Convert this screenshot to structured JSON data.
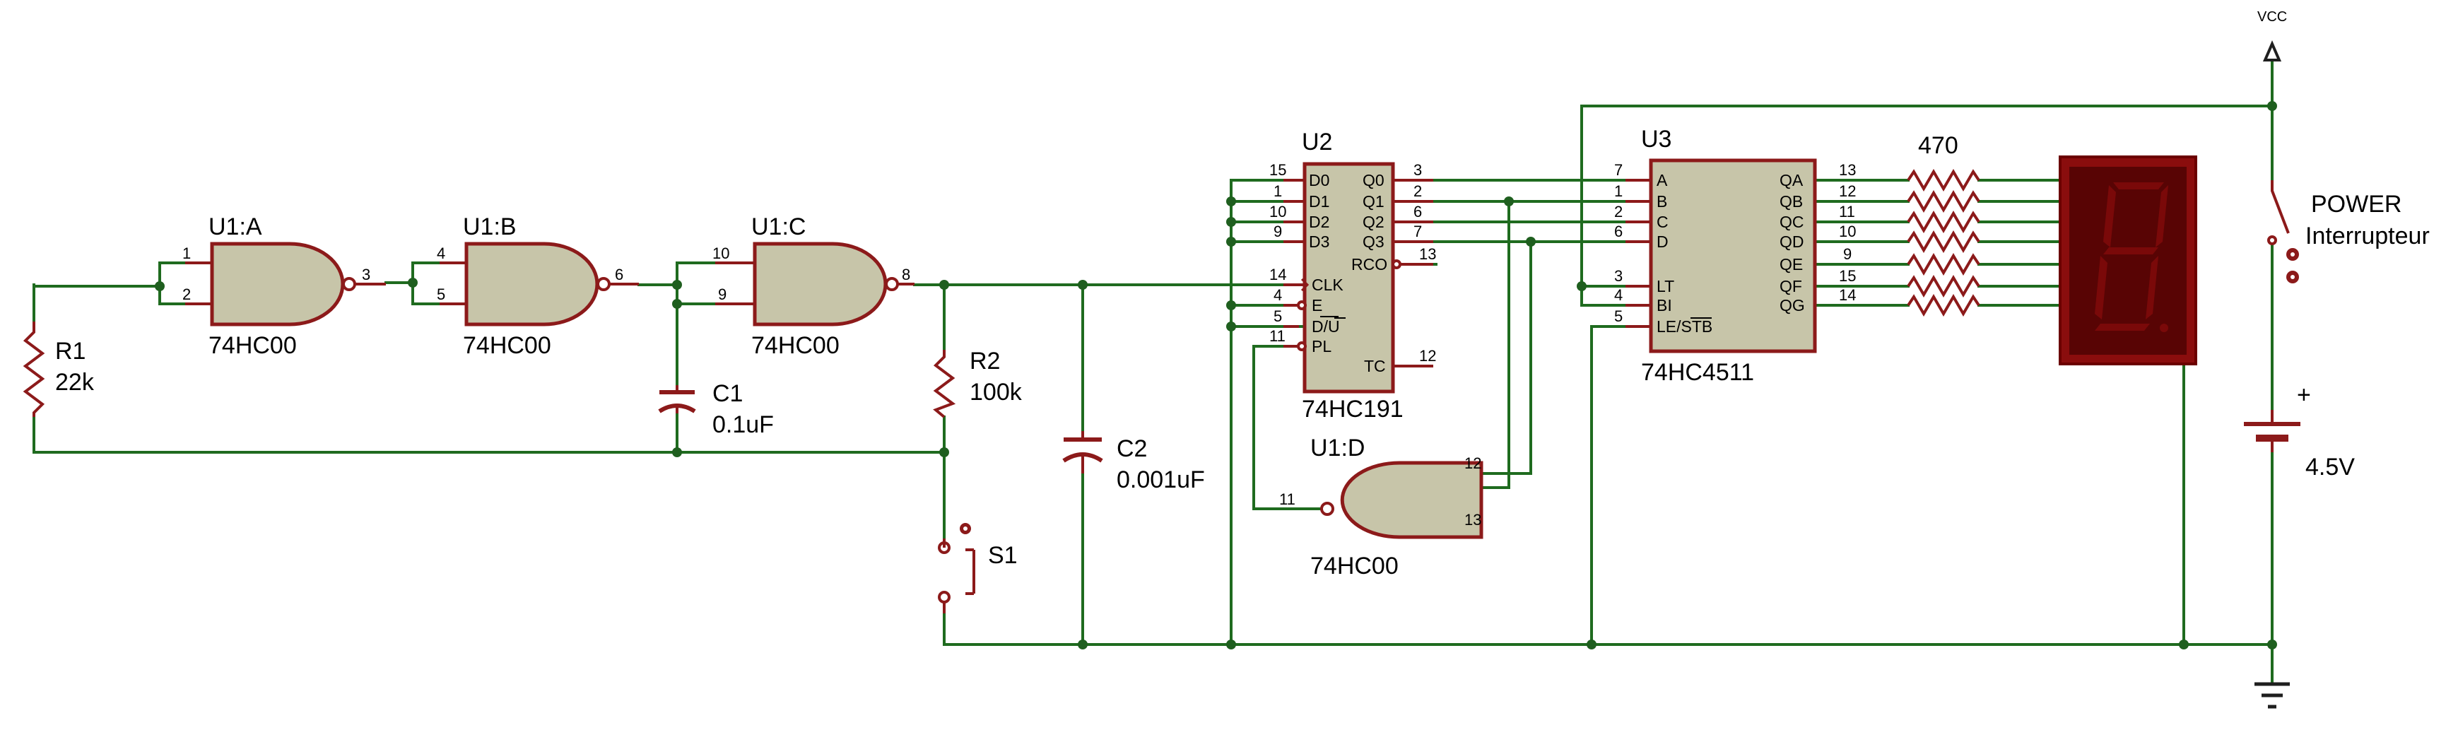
{
  "gates": {
    "u1a": {
      "ref": "U1:A",
      "type": "74HC00",
      "pin_in1": "1",
      "pin_in2": "2",
      "pin_out": "3"
    },
    "u1b": {
      "ref": "U1:B",
      "type": "74HC00",
      "pin_in1": "4",
      "pin_in2": "5",
      "pin_out": "6"
    },
    "u1c": {
      "ref": "U1:C",
      "type": "74HC00",
      "pin_in1": "10",
      "pin_in2": "9",
      "pin_out": "8"
    },
    "u1d": {
      "ref": "U1:D",
      "type": "74HC00",
      "pin_in1": "12",
      "pin_in2": "13",
      "pin_out": "11"
    }
  },
  "r1": {
    "ref": "R1",
    "value": "22k"
  },
  "r2": {
    "ref": "R2",
    "value": "100k"
  },
  "c1": {
    "ref": "C1",
    "value": "0.1uF"
  },
  "c2": {
    "ref": "C2",
    "value": "0.001uF"
  },
  "s1": {
    "ref": "S1"
  },
  "u2": {
    "ref": "U2",
    "type": "74HC191",
    "pins": {
      "D0": "D0",
      "D1": "D1",
      "D2": "D2",
      "D3": "D3",
      "CLK": "CLK",
      "E": "E",
      "DU": "D/U",
      "PL": "PL",
      "Q0": "Q0",
      "Q1": "Q1",
      "Q2": "Q2",
      "Q3": "Q3",
      "RCO": "RCO",
      "TC": "TC"
    },
    "pin_numbers": {
      "D0": "15",
      "D1": "1",
      "D2": "10",
      "D3": "9",
      "CLK": "14",
      "E": "4",
      "DU": "5",
      "PL": "11",
      "Q0": "3",
      "Q1": "2",
      "Q2": "6",
      "Q3": "7",
      "RCO": "13",
      "TC": "12"
    }
  },
  "u3": {
    "ref": "U3",
    "type": "74HC4511",
    "pins": {
      "A": "A",
      "B": "B",
      "C": "C",
      "D": "D",
      "LT": "LT",
      "BI": "BI",
      "LESTB": "LE/STB",
      "QA": "QA",
      "QB": "QB",
      "QC": "QC",
      "QD": "QD",
      "QE": "QE",
      "QF": "QF",
      "QG": "QG"
    },
    "pin_numbers": {
      "A": "7",
      "B": "1",
      "C": "2",
      "D": "6",
      "LT": "3",
      "BI": "4",
      "LESTB": "5",
      "QA": "13",
      "QB": "12",
      "QC": "11",
      "QD": "10",
      "QE": "9",
      "QF": "15",
      "QG": "14"
    }
  },
  "resistor_array": {
    "value": "470"
  },
  "power_switch": {
    "label1": "POWER",
    "label2": "Interrupteur"
  },
  "battery": {
    "value": "4.5V",
    "plus": "+"
  },
  "vcc": {
    "label": "VCC"
  },
  "colors": {
    "wire": "#1f6b1f",
    "component": "#8c1a1a",
    "body": "#c7c5a9",
    "display": "#6d0505"
  }
}
